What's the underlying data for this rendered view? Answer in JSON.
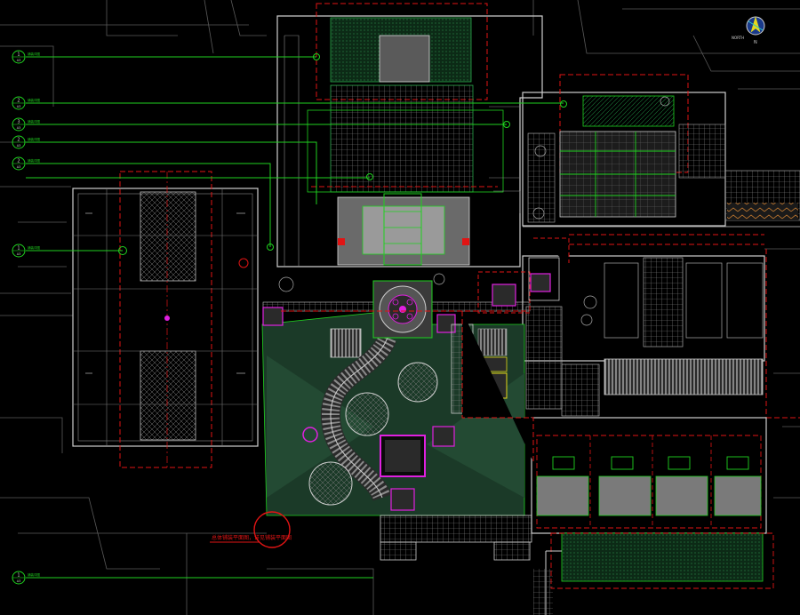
{
  "drawing": {
    "background": "#000000",
    "colors": {
      "wall": "#d9d9d9",
      "dim": "#6e6e6e",
      "green": "#1fd11f",
      "dark_green": "#0b4a26",
      "red": "#e01414",
      "magenta": "#e020e0",
      "cyan": "#22c8c8",
      "yellow": "#e6d81a",
      "hatch": "#9a9a9a",
      "orange": "#e08a2a"
    }
  },
  "callouts": [
    {
      "id": "1",
      "sub": "A3",
      "note": "铺装详图"
    },
    {
      "id": "2",
      "sub": "A3",
      "note": "铺装详图"
    },
    {
      "id": "3",
      "sub": "A3",
      "note": "铺装详图"
    },
    {
      "id": "2",
      "sub": "A3",
      "note": "铺装详图"
    },
    {
      "id": "2",
      "sub": "A3",
      "note": "铺装详图"
    },
    {
      "id": "1",
      "sub": "A3",
      "note": "铺装详图"
    },
    {
      "id": "1",
      "sub": "A3",
      "note": "铺装详图"
    },
    {
      "id": "2",
      "sub": "A3",
      "note": "铺装详图"
    }
  ],
  "annotations": {
    "red_note": "总体铺装平面图，详见铺装平面图",
    "north_label": "NORTH",
    "north_letter": "N"
  }
}
